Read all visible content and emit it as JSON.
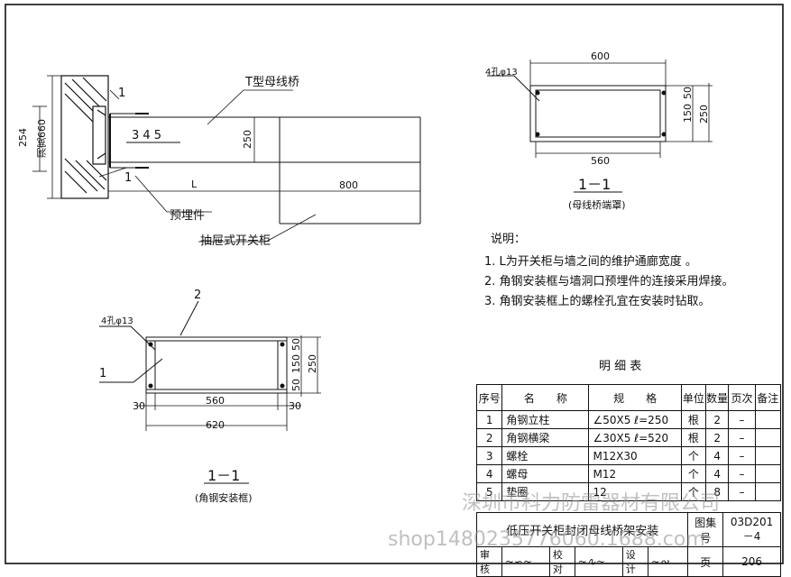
{
  "drawing": {
    "label_busway": "T型母线桥",
    "sec1_num": "1",
    "sec1_num_b": "1",
    "dim_254": "254",
    "dim_hole": "洞宽660",
    "dim_parts": "3  4  5",
    "dim_250": "250",
    "dim_L": "L",
    "dim_800": "800",
    "label_embed": "预埋件",
    "label_cabinet": "抽屉式开关柜"
  },
  "end_cover": {
    "holes": "4孔φ13",
    "dim_600": "600",
    "dim_560": "560",
    "dim_50": "50",
    "dim_150": "150",
    "dim_250": "250",
    "section": "1－1",
    "caption": "(母线桥端罩)"
  },
  "notes": {
    "title": "说明：",
    "items": [
      "1. L为开关柜与墙之间的维护通廊宽度 。",
      "2. 角钢安装框与墙洞口预埋件的连接采用焊接。",
      "3. 角钢安装框上的螺栓孔宜在安装时钻取。"
    ]
  },
  "frame": {
    "holes": "4孔φ13",
    "num2": "2",
    "num1": "1",
    "dim_30a": "30",
    "dim_560": "560",
    "dim_30b": "30",
    "dim_620": "620",
    "dim_50a": "50",
    "dim_150": "150",
    "dim_50b": "50",
    "dim_250": "250",
    "section": "1－1",
    "caption": "(角钢安装框)"
  },
  "bom": {
    "title": "明 细 表",
    "headers": [
      "序号",
      "名　　称",
      "规　　格",
      "单位",
      "数量",
      "页次",
      "备注"
    ],
    "rows": [
      [
        "1",
        "角钢立柱",
        "∠50X5  ℓ=250",
        "根",
        "2",
        "–",
        ""
      ],
      [
        "2",
        "角钢横梁",
        "∠30X5  ℓ=520",
        "根",
        "2",
        "–",
        ""
      ],
      [
        "3",
        "螺栓",
        "M12X30",
        "个",
        "4",
        "–",
        ""
      ],
      [
        "4",
        "螺母",
        "M12",
        "个",
        "4",
        "–",
        ""
      ],
      [
        "5",
        "垫圈",
        "12",
        "个",
        "8",
        "–",
        ""
      ]
    ]
  },
  "title_block": {
    "title": "低压开关柜封闭母线桥架安装",
    "atlas_label": "图集号",
    "atlas_no": "03D201－4",
    "review": "审核",
    "check": "校对",
    "design": "设计",
    "page_label": "页",
    "page_no": "206"
  },
  "watermark": {
    "line1": "深圳市科力防雷器材有限公司",
    "line2": "shop1480235776060.1688.com"
  }
}
